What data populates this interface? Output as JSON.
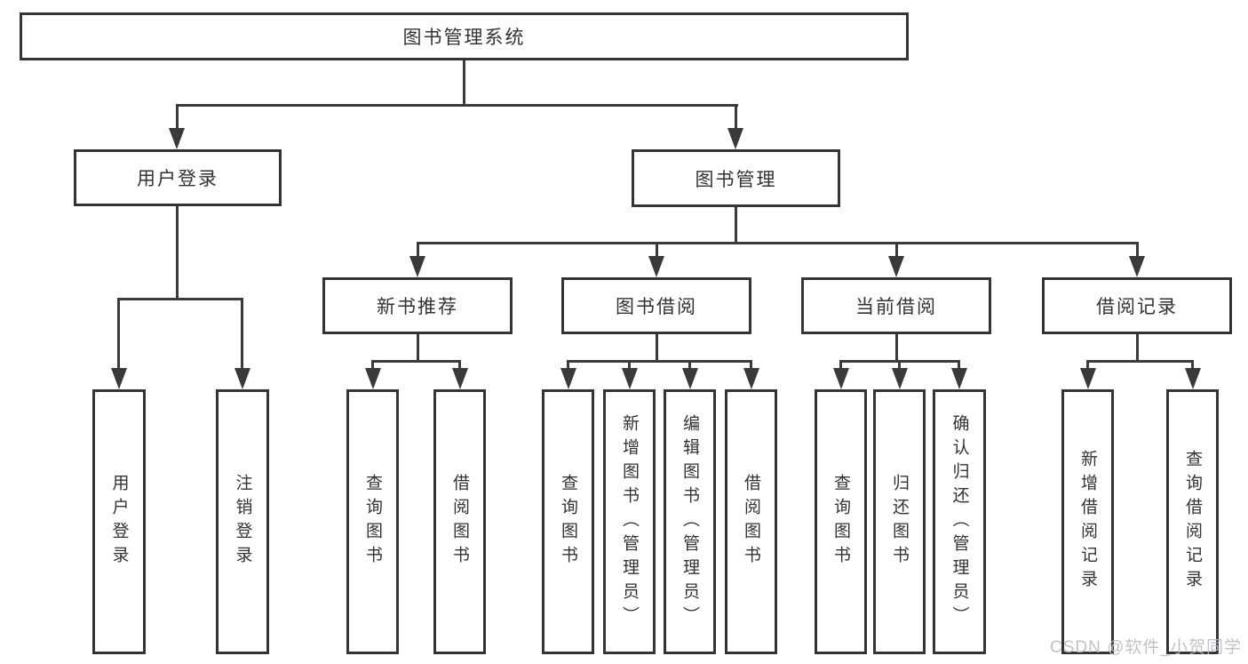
{
  "tree": {
    "root": {
      "label": "图书管理系统"
    },
    "branches": [
      {
        "label": "用户登录",
        "children": [
          {
            "label": "用户登录"
          },
          {
            "label": "注销登录"
          }
        ]
      },
      {
        "label": "图书管理",
        "children": [
          {
            "label": "新书推荐",
            "children": [
              {
                "label": "查询图书"
              },
              {
                "label": "借阅图书"
              }
            ]
          },
          {
            "label": "图书借阅",
            "children": [
              {
                "label": "查询图书"
              },
              {
                "label": "新增图书（管理员）"
              },
              {
                "label": "编辑图书（管理员）"
              },
              {
                "label": "借阅图书"
              }
            ]
          },
          {
            "label": "当前借阅",
            "children": [
              {
                "label": "查询图书"
              },
              {
                "label": "归还图书"
              },
              {
                "label": "确认归还（管理员）"
              }
            ]
          },
          {
            "label": "借阅记录",
            "children": [
              {
                "label": "新增借阅记录"
              },
              {
                "label": "查询借阅记录"
              }
            ]
          }
        ]
      }
    ]
  },
  "watermark": {
    "text": "CSDN @软件_小贺同学"
  },
  "colors": {
    "line": "#3a3a3a",
    "text": "#333333",
    "background": "#ffffff",
    "watermark": "#b9bcc2"
  }
}
